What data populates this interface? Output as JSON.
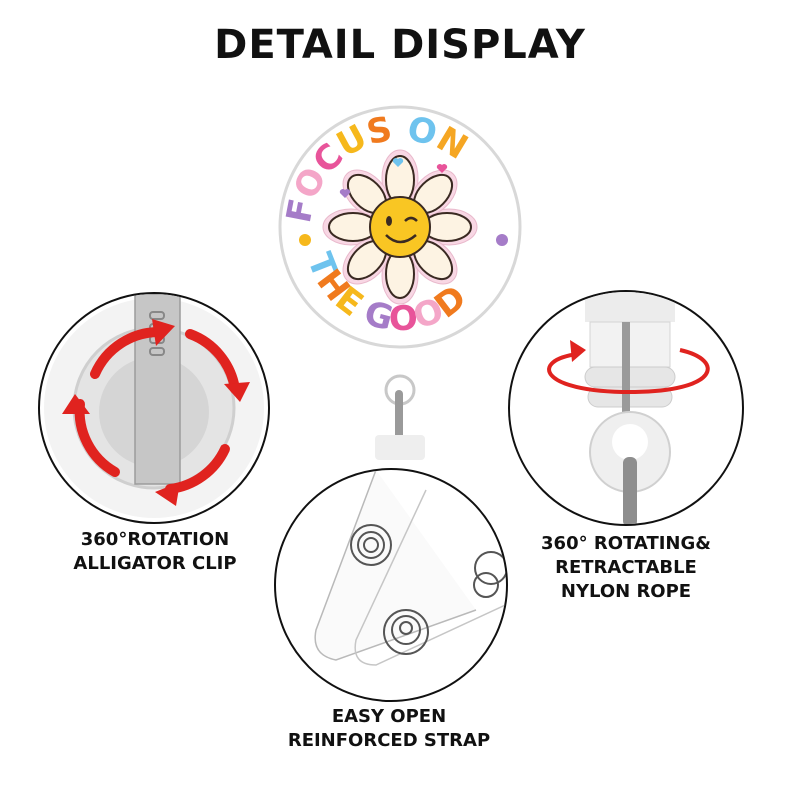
{
  "title": "DETAIL DISPLAY",
  "badge": {
    "text_top": "FOCUS ON",
    "text_bottom": "THE GOOD",
    "letters": [
      {
        "ch": "F",
        "color": "#a57cc8"
      },
      {
        "ch": "O",
        "color": "#f4a6c8"
      },
      {
        "ch": "C",
        "color": "#e8549a"
      },
      {
        "ch": "U",
        "color": "#f6b81c"
      },
      {
        "ch": "S",
        "color": "#f07a1e"
      },
      {
        "ch": "O",
        "color": "#6ec3ee"
      },
      {
        "ch": "N",
        "color": "#f5a623"
      },
      {
        "ch": "T",
        "color": "#6ec3ee"
      },
      {
        "ch": "H",
        "color": "#f07a1e"
      },
      {
        "ch": "E",
        "color": "#f6b81c"
      },
      {
        "ch": "G",
        "color": "#a57cc8"
      },
      {
        "ch": "O",
        "color": "#e8549a"
      },
      {
        "ch": "O",
        "color": "#f4a6c8"
      },
      {
        "ch": "D",
        "color": "#f07a1e"
      }
    ]
  },
  "features": [
    {
      "id": "clip",
      "line1": "360°ROTATION",
      "line2": "ALLIGATOR CLIP"
    },
    {
      "id": "rope",
      "line1": "360° ROTATING&",
      "line2": "RETRACTABLE",
      "line3": "NYLON ROPE"
    },
    {
      "id": "strap",
      "line1": "EASY OPEN",
      "line2": "REINFORCED STRAP"
    }
  ],
  "colors": {
    "arrow": "#e0231f",
    "outline": "#111111",
    "text": "#111111"
  }
}
